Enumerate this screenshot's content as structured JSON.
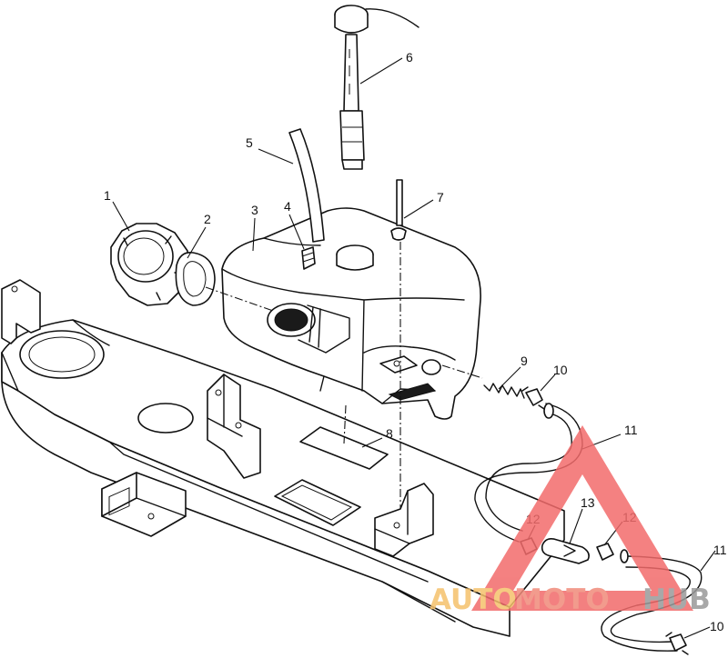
{
  "callouts": {
    "c1": "1",
    "c2": "2",
    "c3": "3",
    "c4": "4",
    "c5": "5",
    "c6": "6",
    "c7": "7",
    "c8": "8",
    "c9": "9",
    "c10a": "10",
    "c10b": "10",
    "c11a": "11",
    "c11b": "11",
    "c12a": "12",
    "c12b": "12",
    "c13": "13"
  },
  "watermark": {
    "part1": "AUTO",
    "part2": "MOTO",
    "part3": "HUB",
    "colors": {
      "auto": "#f5c16c",
      "moto": "#f08a7a",
      "hub": "#9a9a9a",
      "triangle": "#f26b6b"
    }
  }
}
